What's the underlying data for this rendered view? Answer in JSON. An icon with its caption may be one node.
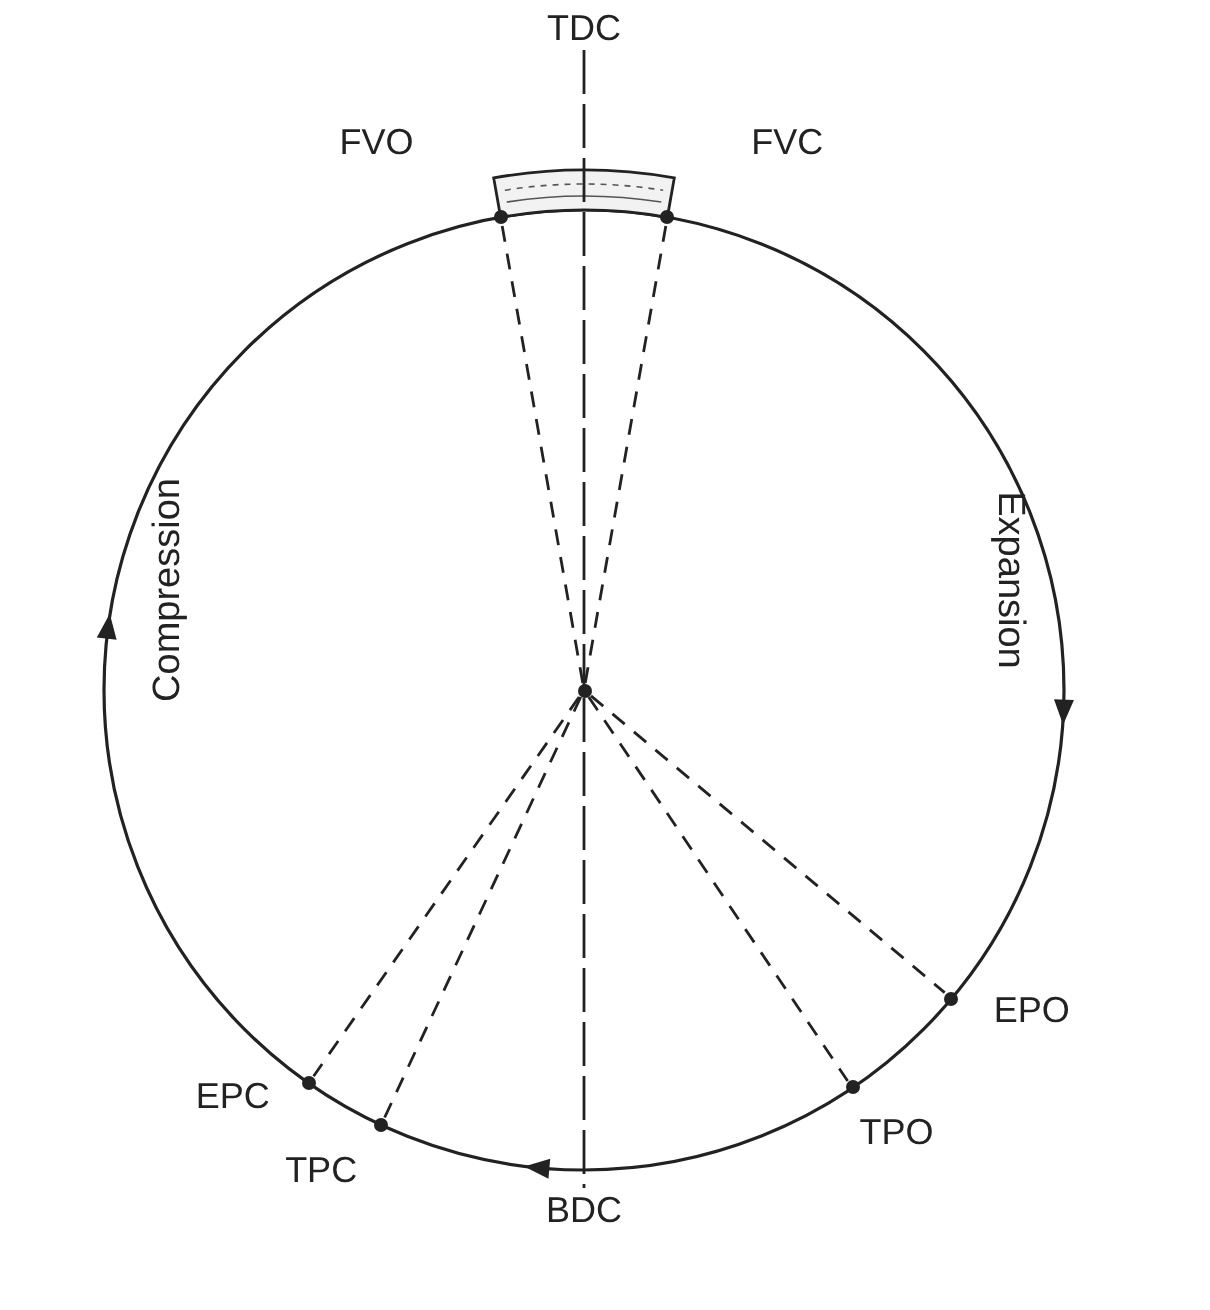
{
  "diagram": {
    "nodes": [
      {
        "text": [
          "TDC"
        ]
      },
      {
        "text": [],
        "shape": "circle",
        "beside": [
          "FVO"
        ]
      },
      {
        "text": [],
        "shape": "circle",
        "beside": [
          "FVC"
        ]
      },
      {
        "text": [],
        "shape": "circle"
      },
      {
        "text": [],
        "shape": "circle",
        "beside": [
          "EPC"
        ]
      },
      {
        "text": [],
        "shape": "circle",
        "beside": [
          "TPC"
        ]
      },
      {
        "text": [],
        "shape": "circle",
        "beside": [
          "EPO"
        ]
      },
      {
        "text": [],
        "shape": "circle",
        "beside": [
          "TPO"
        ]
      },
      {
        "text": [
          "BDC"
        ]
      }
    ],
    "edges": [
      {
        "from": 0,
        "to": 8,
        "arrow": "none",
        "style": "dashed"
      },
      {
        "from": 3,
        "to": 1,
        "arrow": "none",
        "style": "dashed"
      },
      {
        "from": 3,
        "to": 2,
        "arrow": "none",
        "style": "dashed"
      },
      {
        "from": 3,
        "to": 4,
        "arrow": "none",
        "style": "dashed"
      },
      {
        "from": 3,
        "to": 5,
        "arrow": "none",
        "style": "dashed"
      },
      {
        "from": 3,
        "to": 6,
        "arrow": "none",
        "style": "dashed"
      },
      {
        "from": 3,
        "to": 7,
        "arrow": "none",
        "style": "dashed"
      }
    ],
    "labels": [
      "Compression",
      "Expansion"
    ]
  }
}
